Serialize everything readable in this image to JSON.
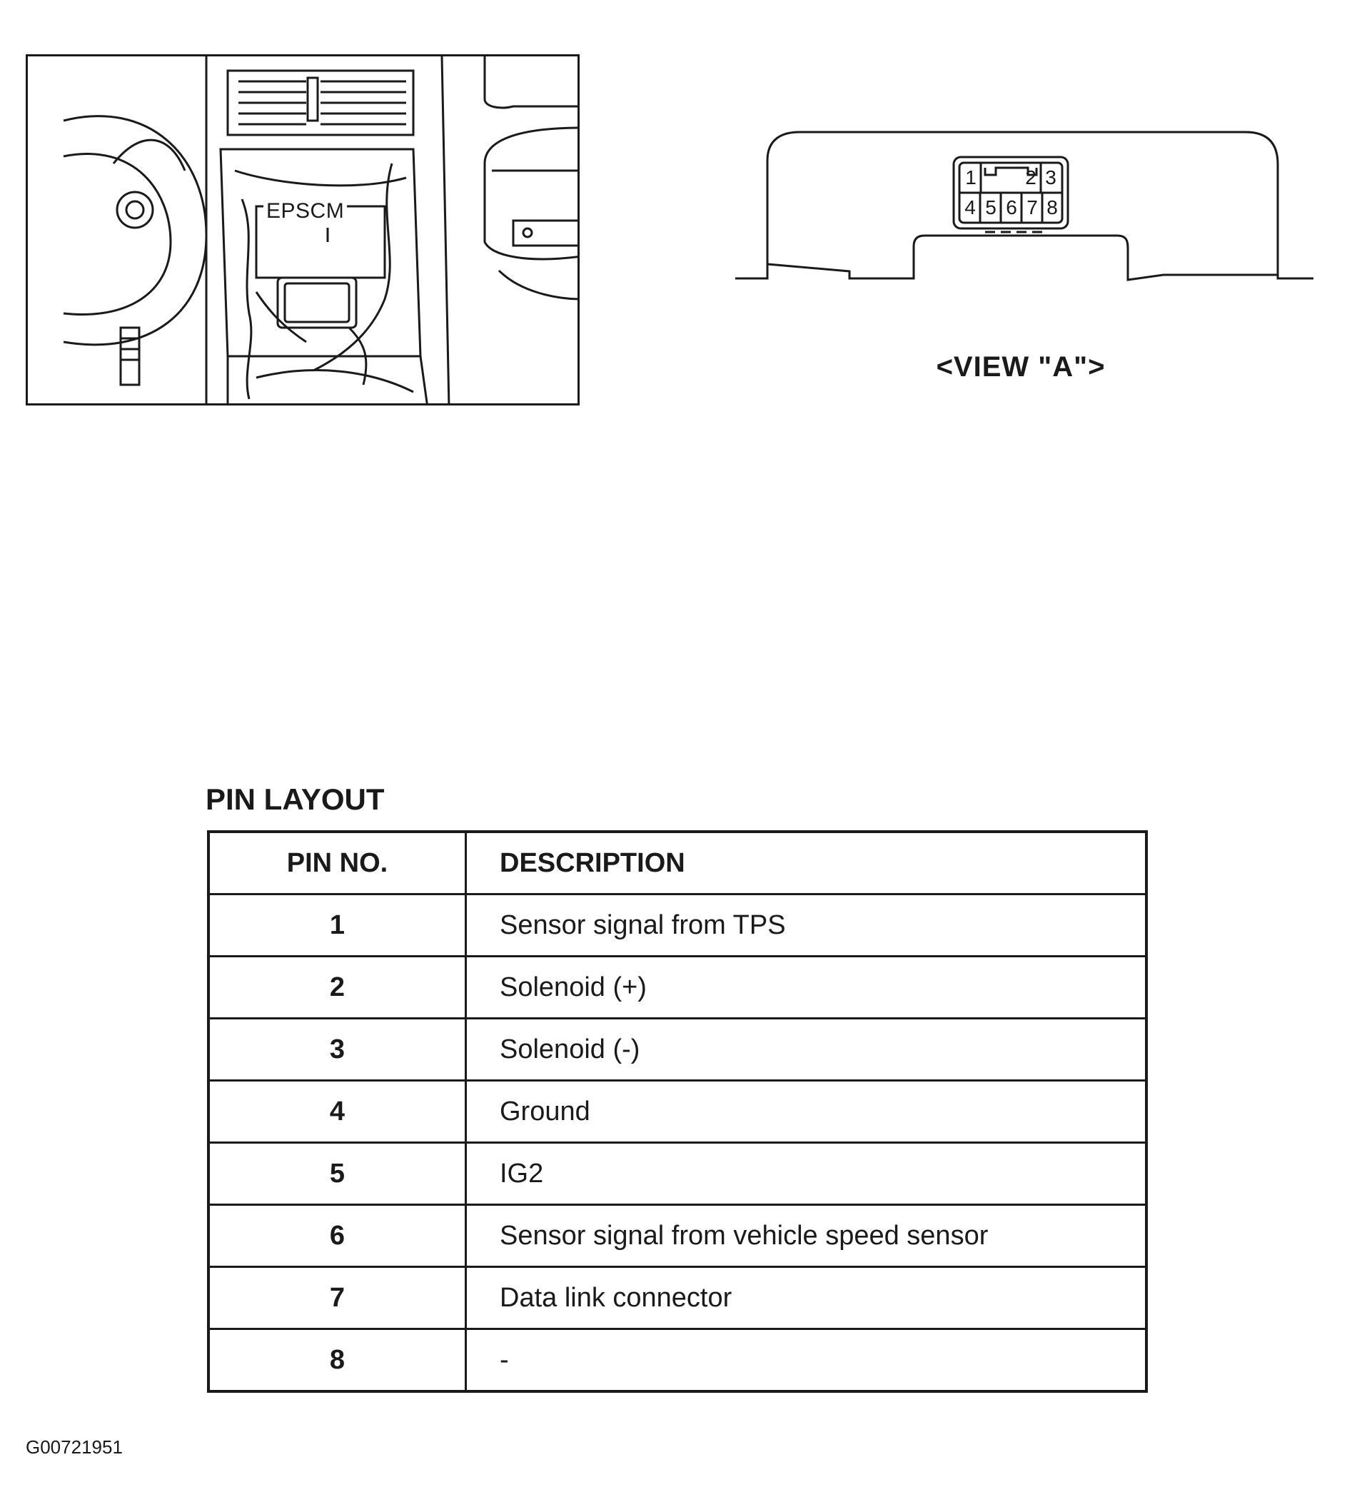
{
  "illustration": {
    "component_label": "EPSCM"
  },
  "view_a": {
    "caption": "<VIEW \"A\">",
    "connector_pins_top": [
      "1",
      "2",
      "3"
    ],
    "connector_pins_bottom": [
      "4",
      "5",
      "6",
      "7",
      "8"
    ]
  },
  "pin_layout": {
    "title": "PIN LAYOUT",
    "headers": {
      "pin": "PIN NO.",
      "description": "DESCRIPTION"
    },
    "rows": [
      {
        "pin": "1",
        "description": "Sensor signal from TPS"
      },
      {
        "pin": "2",
        "description": "Solenoid (+)"
      },
      {
        "pin": "3",
        "description": "Solenoid (-)"
      },
      {
        "pin": "4",
        "description": "Ground"
      },
      {
        "pin": "5",
        "description": "IG2"
      },
      {
        "pin": "6",
        "description": "Sensor signal from vehicle speed sensor"
      },
      {
        "pin": "7",
        "description": "Data link connector"
      },
      {
        "pin": "8",
        "description": "-"
      }
    ]
  },
  "figure_id": "G00721951"
}
